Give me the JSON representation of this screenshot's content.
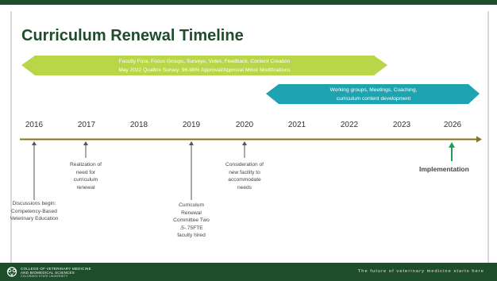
{
  "title": "Curriculum Renewal Timeline",
  "banner_top": {
    "line1": "Faculty Fora, Focus Groups, Surveys, Votes, Feedback, Content Creation",
    "line2": "May 2022 Qualtrix Survey: 96-98% Approval/Approval Minor Modifications",
    "color": "#b9d648"
  },
  "banner_bottom": {
    "line1": "Working groups, Meetings, Coaching,",
    "line2": "curriculum content development",
    "color": "#1ea3b0"
  },
  "years": [
    "2016",
    "2017",
    "2018",
    "2019",
    "2020",
    "2021",
    "2022",
    "2023",
    "2026"
  ],
  "timeline_color": "#8b6f1e",
  "milestones": {
    "m2016": "Discussions begin: Competency-Based Veterinary Education",
    "m2017": "Realization of need for curriculum renewal",
    "m2019": "Curriculum Renewal Committee Two .5-.75FTE faculty hired",
    "m2020": "Consideration of new facility to accommodate needs",
    "m2026": "Implementation"
  },
  "implementation_color": "#1aa14a",
  "footer": {
    "college_line1": "COLLEGE OF VETERINARY MEDICINE",
    "college_line2": "AND BIOMEDICAL SCIENCES",
    "college_line3": "COLORADO STATE UNIVERSITY",
    "tagline": "The future of veterinary medicine starts here"
  },
  "icons": [
    "ram-logo-icon"
  ]
}
